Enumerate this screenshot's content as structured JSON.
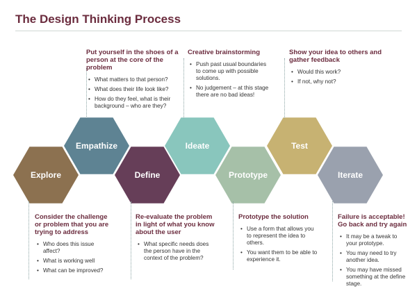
{
  "title": "The Design Thinking Process",
  "colors": {
    "title": "#6b2c3e",
    "explore": "#8c7150",
    "empathize": "#5e8393",
    "define": "#663e58",
    "ideate": "#89c6bd",
    "prototype": "#a6c0a8",
    "test": "#c7b272",
    "iterate": "#9aa1ae"
  },
  "stages": [
    {
      "key": "explore",
      "label": "Explore"
    },
    {
      "key": "empathize",
      "label": "Empathize"
    },
    {
      "key": "define",
      "label": "Define"
    },
    {
      "key": "ideate",
      "label": "Ideate"
    },
    {
      "key": "prototype",
      "label": "Prototype"
    },
    {
      "key": "test",
      "label": "Test"
    },
    {
      "key": "iterate",
      "label": "Iterate"
    }
  ],
  "callouts": {
    "empathize": {
      "heading": "Put yourself in the shoes of a person at the core of the problem",
      "bullets": [
        "What matters to that person?",
        "What does their life look like?",
        "How do they feel, what is their background – who are they?"
      ]
    },
    "ideate": {
      "heading": "Creative brainstorming",
      "bullets": [
        "Push past usual boundaries to come up with possible solutions.",
        "No judgement – at this stage there are no bad ideas!"
      ]
    },
    "test": {
      "heading": "Show your idea to others and gather feedback",
      "bullets": [
        "Would this work?",
        "If not, why not?"
      ]
    },
    "explore": {
      "heading": "Consider the challenge or problem that you are trying to address",
      "bullets": [
        "Who does this issue affect?",
        "What is working well",
        "What can be improved?"
      ]
    },
    "define": {
      "heading": "Re-evaluate the problem in light of what you know about the user",
      "bullets": [
        "What specific needs does the person have in the context of the problem?"
      ]
    },
    "prototype": {
      "heading": "Prototype the solution",
      "bullets": [
        "Use a form that allows you to represent the idea to others.",
        "You want them to be able to experience it."
      ]
    },
    "iterate": {
      "heading": "Failure is acceptable! Go back and try again",
      "bullets": [
        "It may be a tweak to your prototype.",
        "You may need to try another idea.",
        "You may have missed something at the define stage."
      ]
    }
  }
}
